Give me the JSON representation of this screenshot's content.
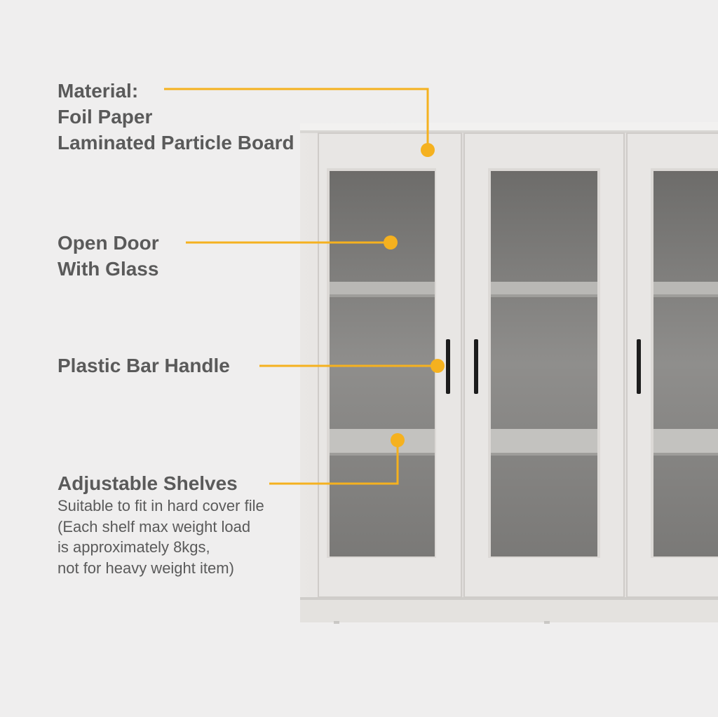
{
  "features": [
    {
      "lines": [
        "Material:",
        "Foil Paper",
        "Laminated Particle Board"
      ]
    },
    {
      "lines": [
        "Open Door",
        "With Glass"
      ]
    },
    {
      "lines": [
        "Plastic Bar Handle"
      ]
    },
    {
      "lines": [
        "Adjustable Shelves"
      ]
    }
  ],
  "shelf_note": [
    "Suitable to fit in hard cover file",
    "(Each shelf max weight load",
    "is approximately 8kgs,",
    "not for heavy weight item)"
  ],
  "colors": {
    "background": "#efeeee",
    "accent": "#f5b11f",
    "text": "#5a5a5a",
    "cabinet": "#e6e4e2",
    "glass": "#8c8c8a",
    "handle": "#1c1c1c"
  }
}
